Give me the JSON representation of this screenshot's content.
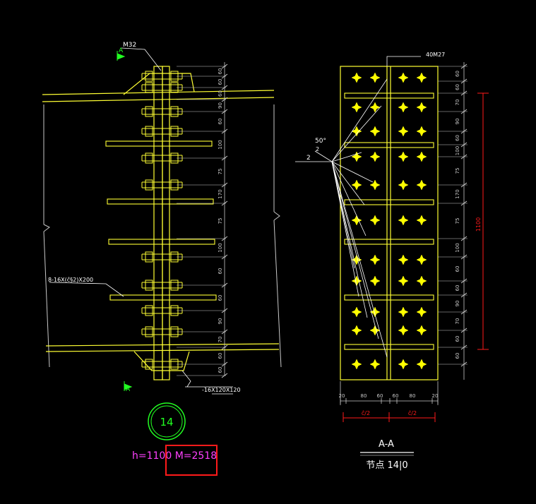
{
  "colors": {
    "background": "#000000",
    "steel": "#ffff33",
    "dimension": "#c8c8c8",
    "leader": "#ffffff",
    "marker": "#22ff22",
    "magenta": "#ff40ff",
    "red": "#ff1a1a",
    "bolt_fill": "#ffff00"
  },
  "left_view": {
    "top_bolt_label": "M32",
    "plate_label": "8-16X(ĉ§2)X200",
    "bottom_plate_label": "-16X120X120",
    "axis_label": "",
    "section_mark_top": "A",
    "section_mark_bottom": "A",
    "dims": [
      "60",
      "60",
      "60",
      "90",
      "60",
      "100",
      "75",
      "170",
      "75",
      "100",
      "60",
      "60",
      "90",
      "70",
      "60",
      "60"
    ]
  },
  "callout": {
    "number": "14"
  },
  "params": {
    "h": "h=1100",
    "m": "M=2518"
  },
  "right_view": {
    "bolt_label": "40M27",
    "weld_angle": "50°",
    "weld_size_1": "2",
    "weld_size_2": "2",
    "right_dims": [
      "60",
      "60",
      "70",
      "90",
      "60",
      "100",
      "75",
      "170",
      "75",
      "100",
      "60",
      "60",
      "90",
      "70",
      "60",
      "60"
    ],
    "total_height": "1100",
    "bottom_dims": [
      "20",
      "80",
      "60",
      "60",
      "80",
      "20"
    ],
    "half_labels": [
      "ĉ/2",
      "ĉ/2"
    ],
    "section_title": "A-A",
    "node_title": "节点 14|0"
  }
}
